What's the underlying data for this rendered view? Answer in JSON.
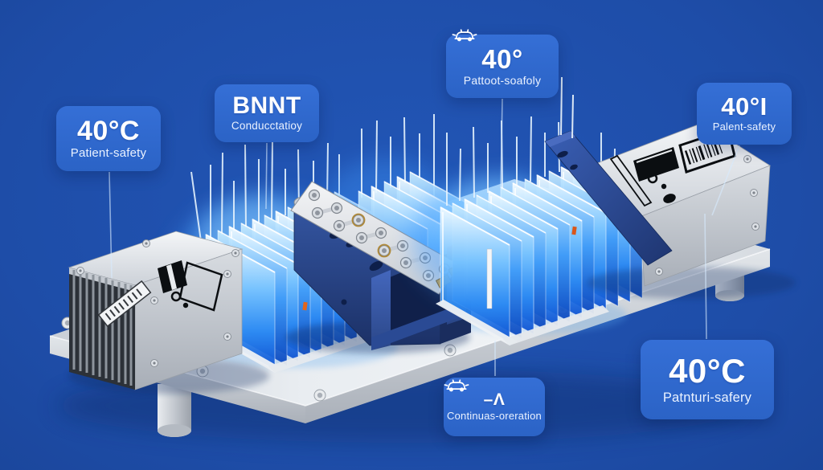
{
  "scene": {
    "subject": "battery thermal module render",
    "colors": {
      "background": "#1e4da8",
      "callout_background": "#2f6bce",
      "fin_glow_blue": "#49a9ff",
      "fin_deep_blue": "#0c4fd0",
      "metal_silver": "#d7dbe1",
      "module_navy": "#27407e",
      "marker_orange": "#e0621c"
    }
  },
  "callouts": [
    {
      "name": "top-left",
      "title": "40°C",
      "subtitle": "Patient-safety",
      "icon": null
    },
    {
      "name": "bnnt",
      "title": "BNNT",
      "subtitle": "Conducctatioy",
      "icon": null
    },
    {
      "name": "top-middle",
      "title": "40°",
      "subtitle": "Pattoot-soafoly",
      "icon": "car-icon"
    },
    {
      "name": "top-right",
      "title": "40°I",
      "subtitle": "Palent-safety",
      "icon": null
    },
    {
      "name": "bottom-middle",
      "title": "–Λ",
      "subtitle": "Continuas-oreration",
      "icon": "car-icon"
    },
    {
      "name": "bottom-right",
      "title": "40°C",
      "subtitle": "Patnturi-safery",
      "icon": null
    }
  ]
}
